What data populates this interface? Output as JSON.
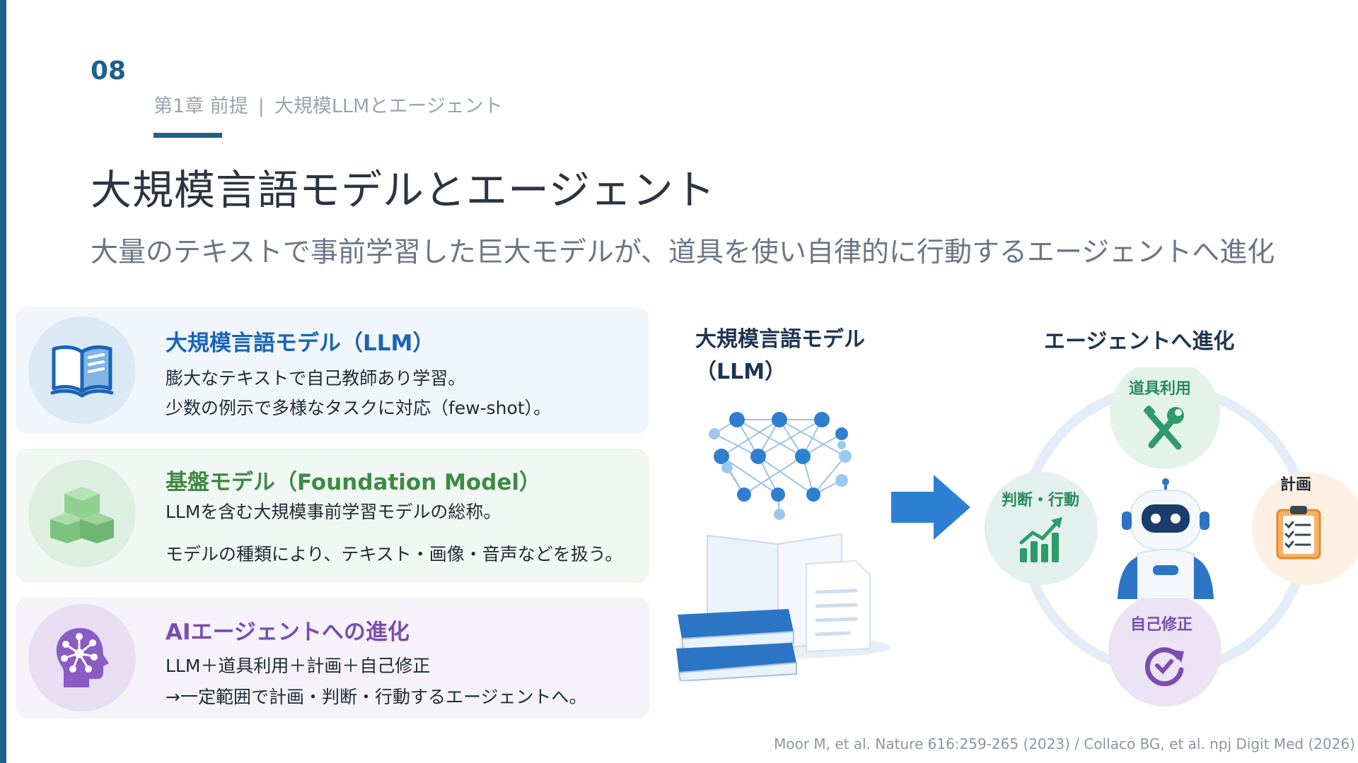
{
  "slide": {
    "page_number": "08",
    "breadcrumb": {
      "chapter": "第1章 前提",
      "separator": "|",
      "section": "大規模LLMとエージェント"
    },
    "title": "大規模言語モデルとエージェント",
    "subtitle": "大量のテキストで事前学習した巨大モデルが、道具を使い自律的に行動するエージェントへ進化"
  },
  "cards": [
    {
      "heading": "大規模言語モデル（LLM）",
      "lines": [
        "膨大なテキストで自己教師あり学習。",
        "少数の例示で多様なタスクに対応（few-shot）。"
      ],
      "icon": "open-book-icon",
      "color": "#1a64b6"
    },
    {
      "heading": "基盤モデル（Foundation Model）",
      "lines": [
        "LLMを含む大規模事前学習モデルの総称。",
        "モデルの種類により、テキスト・画像・音声などを扱う。"
      ],
      "icon": "cubes-icon",
      "color": "#3f8a45"
    },
    {
      "heading": "AIエージェントへの進化",
      "lines": [
        "LLM＋道具利用＋計画＋自己修正",
        "→一定範囲で計画・判断・行動するエージェントへ。"
      ],
      "icon": "brain-head-icon",
      "color": "#7a4db0"
    }
  ],
  "diagram": {
    "llm_title_line1": "大規模言語モデル",
    "llm_title_line2": "（LLM）",
    "agent_title": "エージェントへ進化",
    "nodes": {
      "tool_use": "道具利用",
      "plan": "計画",
      "judge_act": "判断・行動",
      "self_correct": "自己修正"
    }
  },
  "citation": "Moor M, et al. Nature 616:259-265 (2023) / Collaco BG, et al. npj Digit Med (2026)"
}
